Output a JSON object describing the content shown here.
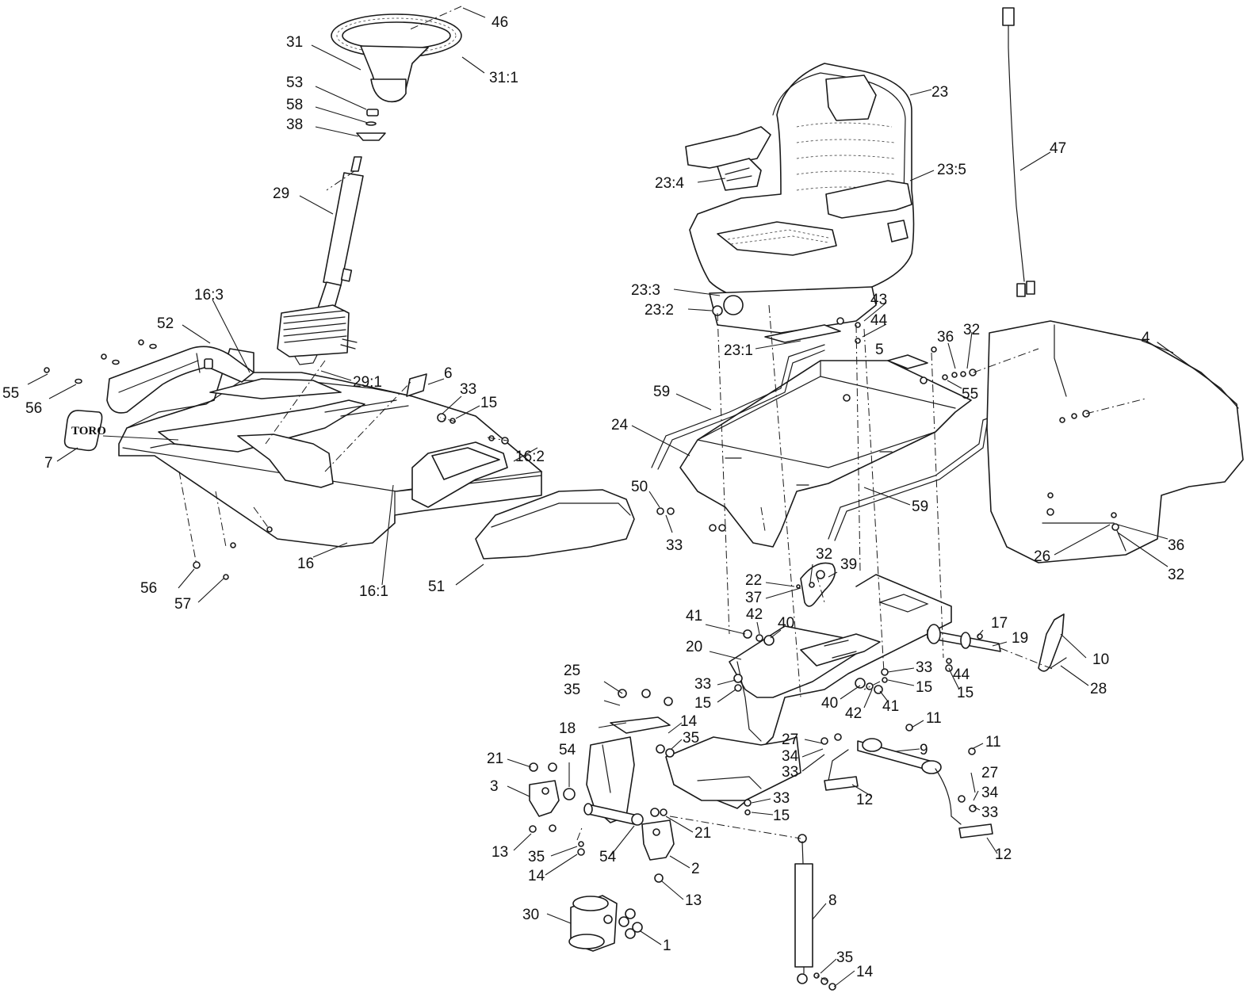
{
  "diagram": {
    "logo_text": "TORO",
    "callouts": {
      "c46": "46",
      "c31": "31",
      "c31_1": "31:1",
      "c53": "53",
      "c58": "58",
      "c38": "38",
      "c29": "29",
      "c29_1": "29:1",
      "c16_3": "16:3",
      "c52": "52",
      "c55a": "55",
      "c56a": "56",
      "c7": "7",
      "c6": "6",
      "c33a": "33",
      "c15a": "15",
      "c16_2": "16:2",
      "c16": "16",
      "c16_1": "16:1",
      "c56b": "56",
      "c57": "57",
      "c51": "51",
      "c23": "23",
      "c23_5": "23:5",
      "c23_4": "23:4",
      "c23_3": "23:3",
      "c23_2": "23:2",
      "c23_1": "23:1",
      "c43": "43",
      "c44a": "44",
      "c5": "5",
      "c36a": "36",
      "c32a": "32",
      "c55b": "55",
      "c59a": "59",
      "c24": "24",
      "c59b": "59",
      "c50": "50",
      "c33b": "33",
      "c4": "4",
      "c47": "47",
      "c26": "26",
      "c36b": "36",
      "c32b": "32",
      "c22": "22",
      "c32c": "32",
      "c39": "39",
      "c37": "37",
      "c41a": "41",
      "c42a": "42",
      "c40a": "40",
      "c20": "20",
      "c17": "17",
      "c19": "19",
      "c10": "10",
      "c28": "28",
      "c33c": "33",
      "c44b": "44",
      "c15b": "15",
      "c15c": "15",
      "c40b": "40",
      "c41b": "41",
      "c42b": "42",
      "c33d": "33",
      "c15d": "15",
      "c25": "25",
      "c35a": "35",
      "c18": "18",
      "c14a": "14",
      "c35b": "35",
      "c11a": "11",
      "c11b": "11",
      "c27a": "27",
      "c34a": "34",
      "c33e": "33",
      "c9": "9",
      "c12a": "12",
      "c21a": "21",
      "c54a": "54",
      "c3": "3",
      "c33f": "33",
      "c15e": "15",
      "c27b": "27",
      "c34b": "34",
      "c33g": "33",
      "c13a": "13",
      "c35c": "35",
      "c14b": "14",
      "c54b": "54",
      "c21b": "21",
      "c2": "2",
      "c13b": "13",
      "c12b": "12",
      "c8": "8",
      "c30": "30",
      "c1": "1",
      "c35d": "35",
      "c14c": "14"
    }
  }
}
